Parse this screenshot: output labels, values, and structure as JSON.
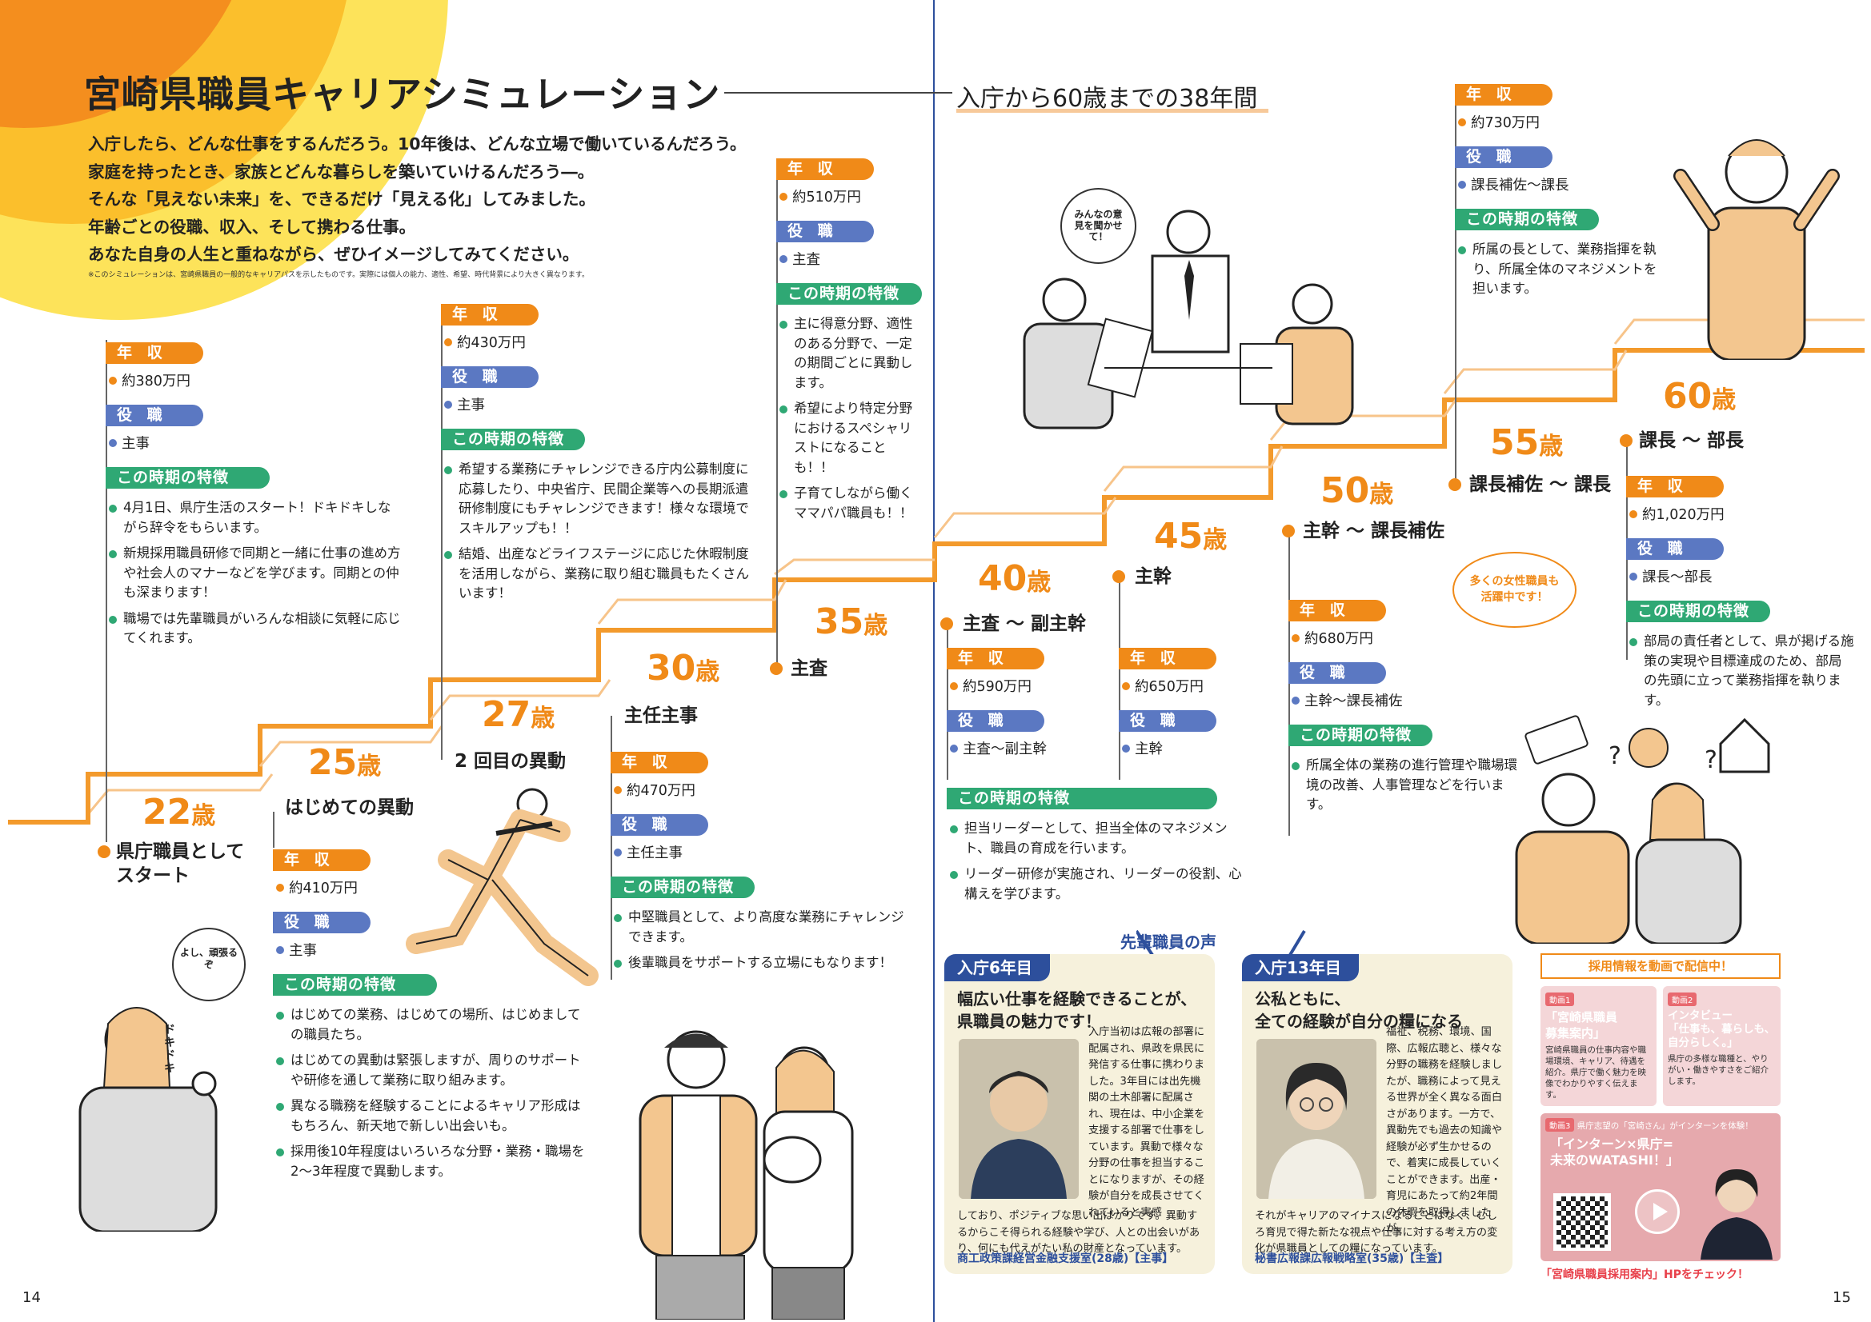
{
  "header": {
    "title": "宮崎県職員キャリアシミュレーション",
    "subtitle": "入庁から60歳までの38年間",
    "intro": [
      "入庁したら、どんな仕事をするんだろう。10年後は、どんな立場で働いているんだろう。",
      "家庭を持ったとき、家族とどんな暮らしを築いていけるんだろう―。",
      "そんな「見えない未来」を、できるだけ「見える化」してみました。",
      "年齢ごとの役職、収入、そして携わる仕事。",
      "あなた自身の人生と重ねながら、ぜひイメージしてみてください。"
    ],
    "note": "※このシミュレーションは、宮崎県職員の一般的なキャリアパスを示したものです。実際には個人の能力、適性、希望、時代背景により大きく異なります。"
  },
  "labels": {
    "income": "年 収",
    "role": "役 職",
    "features": "この時期の特徴",
    "sai": "歳"
  },
  "stages": {
    "s22": {
      "age": "22",
      "position": "県庁職員として\nスタート",
      "income": "約380万円",
      "role": "主事",
      "features": [
        "4月1日、県庁生活のスタート！ドキドキしながら辞令をもらいます。",
        "新規採用職員研修で同期と一緒に仕事の進め方や社会人のマナーなどを学びます。同期との仲も深まります！",
        "職場では先輩職員がいろんな相談に気軽に応じてくれます。"
      ]
    },
    "s25": {
      "age": "25",
      "position": "はじめての異動",
      "income": "約410万円",
      "role": "主事",
      "features": [
        "はじめての業務、はじめての場所、はじめましての職員たち。",
        "はじめての異動は緊張しますが、周りのサポートや研修を通して業務に取り組みます。",
        "異なる職務を経験することによるキャリア形成はもちろん、新天地で新しい出会いも。",
        "採用後10年程度はいろいろな分野・業務・職場を2〜3年程度で異動します。"
      ]
    },
    "s27": {
      "age": "27",
      "position": "2 回目の異動",
      "income": "約430万円",
      "role": "主事",
      "features": [
        "希望する業務にチャレンジできる庁内公募制度に応募したり、中央省庁、民間企業等への長期派遣研修制度にもチャレンジできます！様々な環境でスキルアップも！！",
        "結婚、出産などライフステージに応じた休暇制度を活用しながら、業務に取り組む職員もたくさんいます！"
      ]
    },
    "s30": {
      "age": "30",
      "position": "主任主事",
      "income": "約470万円",
      "role": "主任主事",
      "features": [
        "中堅職員として、より高度な業務にチャレンジできます。",
        "後輩職員をサポートする立場にもなります！"
      ]
    },
    "s35": {
      "age": "35",
      "position": "主査",
      "income": "約510万円",
      "role": "主査",
      "features": [
        "主に得意分野、適性のある分野で、一定の期間ごとに異動します。",
        "希望により特定分野におけるスペシャリストになることも！！",
        "子育てしながら働くママパパ職員も！！"
      ]
    },
    "s40": {
      "age": "40",
      "position": "主査 〜 副主幹",
      "income": "約590万円",
      "role": "主査〜副主幹",
      "features": [
        "担当リーダーとして、担当全体のマネジメント、職員の育成を行います。",
        "リーダー研修が実施され、リーダーの役割、心構えを学びます。"
      ]
    },
    "s45": {
      "age": "45",
      "position": "主幹",
      "income": "約650万円",
      "role": "主幹"
    },
    "s50": {
      "age": "50",
      "position": "主幹 〜 課長補佐",
      "income": "約680万円",
      "role": "主幹〜課長補佐",
      "features": [
        "所属全体の業務の進行管理や職場環境の改善、人事管理などを行います。"
      ]
    },
    "s55": {
      "age": "55",
      "position": "課長補佐 〜 課長",
      "income": "約730万円",
      "role": "課長補佐〜課長",
      "features": [
        "所属の長として、業務指揮を執り、所属全体のマネジメントを担います。"
      ]
    },
    "s60": {
      "age": "60",
      "position": "課長 〜 部長",
      "income": "約1,020万円",
      "role": "課長〜部長",
      "features": [
        "部局の責任者として、県が掲げる施策の実現や目標達成のため、部局の先頭に立って業務指揮を執ります。"
      ]
    }
  },
  "bubbles": {
    "dokidoki": "ドキドキ",
    "yoshi": "よし、頑張るぞ",
    "iken": "みんなの意見を聞かせて！",
    "women": "多くの女性職員も\n活躍中です！"
  },
  "voices": {
    "title": "先輩職員の声",
    "v1": {
      "tag": "入庁6年目",
      "headline": "幅広い仕事を経験できることが、\n県職員の魅力です！",
      "body_side": "入庁当初は広報の部署に配属され、県政を県民に発信する仕事に携わりました。3年目には出先機関の土木部署に配属され、現在は、中小企業を支援する部署で仕事をしています。異動で様々な分野の仕事を担当することになりますが、その経験が自分を成長させてくれていると実感",
      "body_bottom": "しており、ポジティブな思い出ばかりです。異動するからこそ得られる経験や学び、人との出会いがあり、何にも代えがたい私の財産となっています。",
      "footer": "商工政策課経営金融支援室(28歳)【主事】"
    },
    "v2": {
      "tag": "入庁13年目",
      "headline": "公私ともに、\n全ての経験が自分の糧になる",
      "body_side": "福祉、税務、環境、国際、広報広聴と、様々な分野の職務を経験しましたが、職務によって見える世界が全く異なる面白さがあります。一方で、異動先でも過去の知識や経験が必ず生かせるので、着実に成長していくことができます。出産・育児にあたって約2年間の休暇を取得しましたが、",
      "body_bottom": "それがキャリアのマイナスになることはなく、むしろ育児で得た新たな視点や仕事に対する考え方の変化が県職員としての糧になっています。",
      "footer": "秘書広報課広報戦略室(35歳)【主査】"
    }
  },
  "recruit": {
    "title": "採用情報を動画で配信中！",
    "d1_num": "動画1",
    "d1_title": "「宮崎県職員\n募集案内」",
    "d1_desc": "宮崎県職員の仕事内容や職場環境、キャリア、待遇を紹介。県庁で働く魅力を映像でわかりやすく伝えます。",
    "d2_num": "動画2",
    "d2_title": "インタビュー\n「仕事も、暮らしも、\n自分らしく。」",
    "d2_desc": "県庁の多様な職種と、やりがい・働きやすさをご紹介します。",
    "d3_num": "動画3",
    "d3_head": "県庁志望の「宮崎さん」がインターンを体験！",
    "d3_title": "「インターン×県庁=\n未来のWATASHI！」",
    "link": "「宮崎県職員採用案内」HPをチェック！"
  },
  "pages": {
    "left": "14",
    "right": "15"
  }
}
